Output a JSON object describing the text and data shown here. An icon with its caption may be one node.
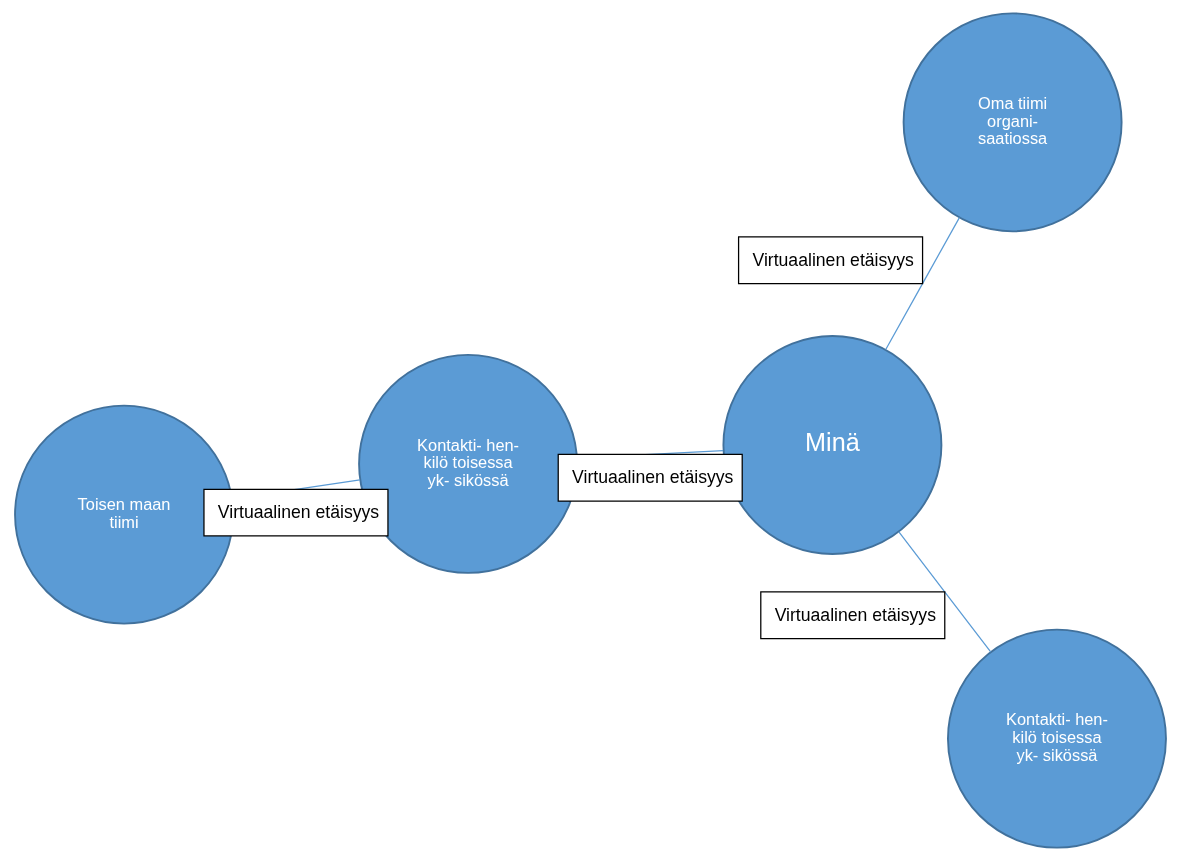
{
  "diagram": {
    "nodes": [
      {
        "text": [
          "Toisen maan tiimi"
        ]
      },
      {
        "text": [
          "Kontakti- hen- kilö toisessa yk- sikössä"
        ]
      },
      {
        "text": [
          "Minä"
        ]
      },
      {
        "text": [
          "Kontakti- hen- kilö toisessa yk- sikössä"
        ]
      },
      {
        "text": [
          "Oma tiimi organi- saatiossa"
        ]
      }
    ],
    "edges": [
      {
        "from": 2,
        "to": 1,
        "arrow": "none",
        "label": "Virtuaalinen etäisyys"
      },
      {
        "from": 0,
        "to": 3,
        "arrow": "none",
        "label": "Virtuaalinen etäisyys"
      },
      {
        "from": 2,
        "to": 4,
        "arrow": "none",
        "label": "Virtuaalinen etäisyys"
      },
      {
        "from": 2,
        "to": 3,
        "arrow": "none",
        "label": "Virtuaalinen etäisyys"
      }
    ]
  }
}
